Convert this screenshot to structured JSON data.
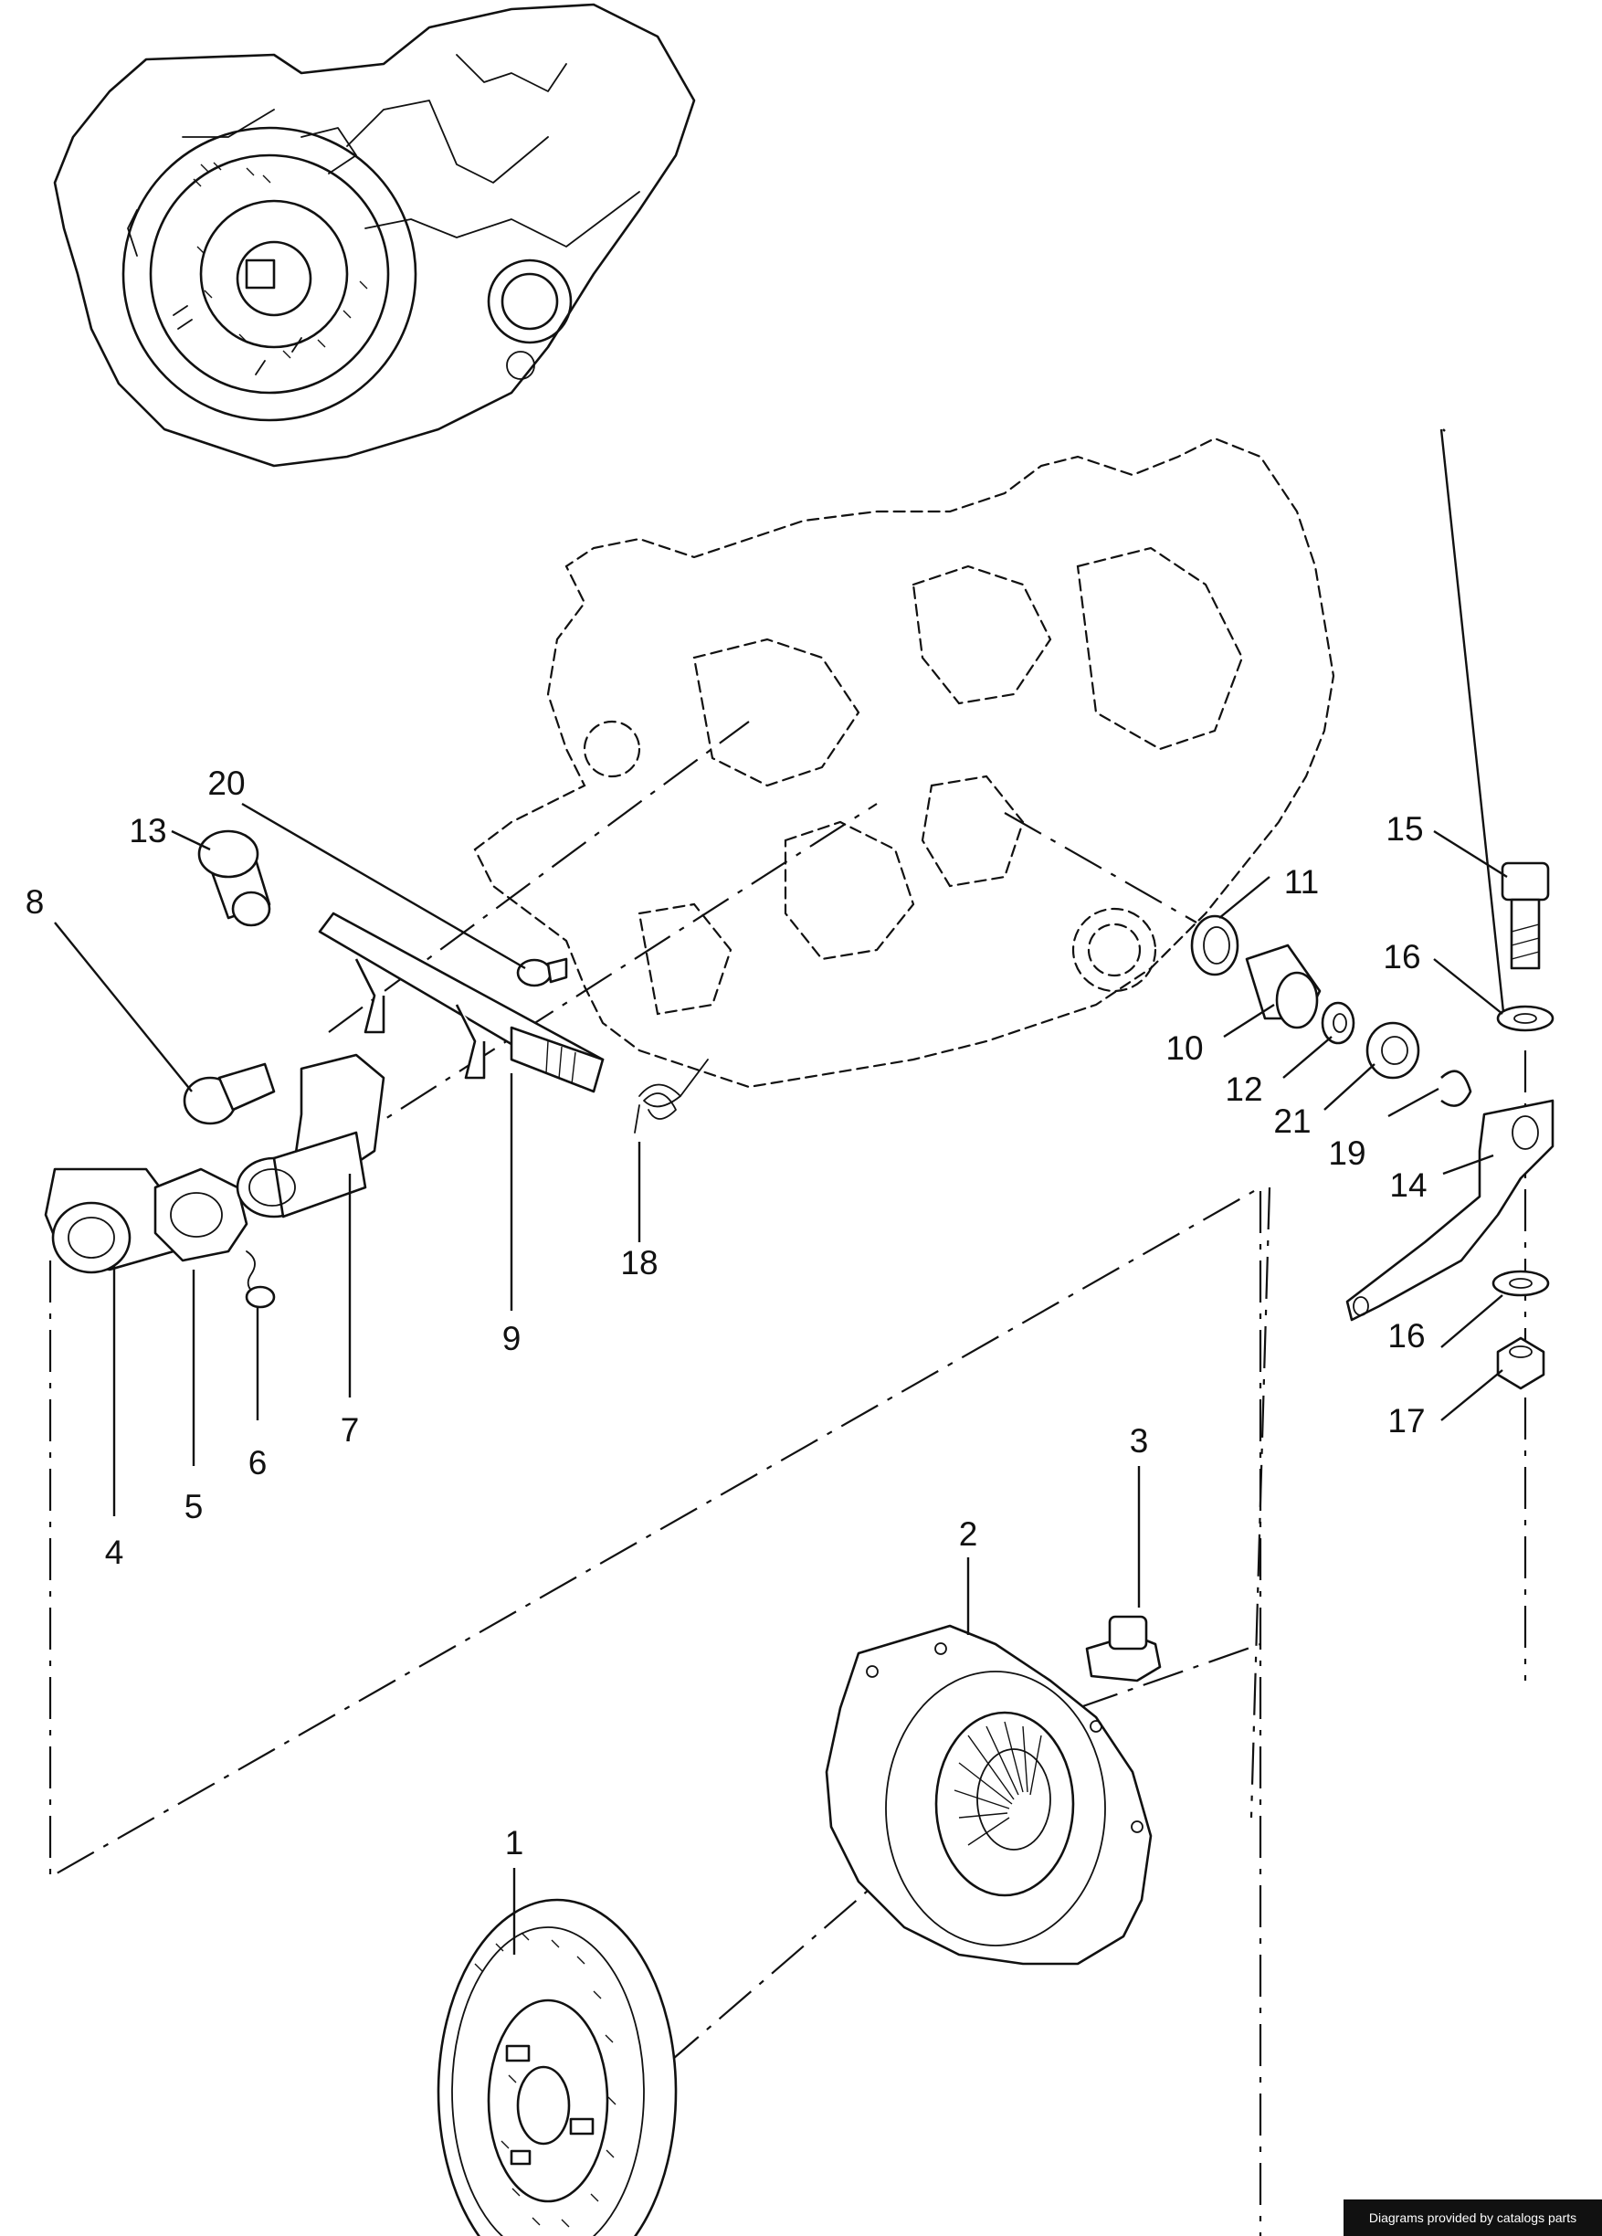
{
  "diagram": {
    "callouts": [
      "1",
      "2",
      "3",
      "4",
      "5",
      "6",
      "7",
      "8",
      "9",
      "10",
      "11",
      "12",
      "13",
      "14",
      "15",
      "16",
      "16",
      "17",
      "18",
      "19",
      "20",
      "21"
    ]
  },
  "footer": {
    "credit": "Diagrams provided by catalogs parts"
  }
}
